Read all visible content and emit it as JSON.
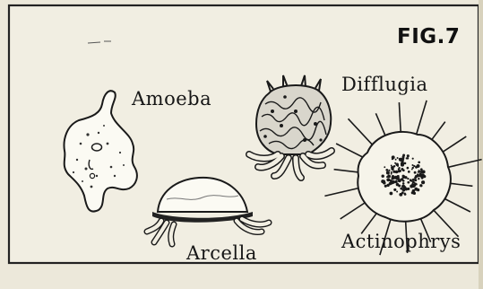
{
  "figure": {
    "label": "FIG.7"
  },
  "organisms": [
    {
      "name": "Amoeba"
    },
    {
      "name": "Difflugia"
    },
    {
      "name": "Arcella"
    },
    {
      "name": "Actinophrys"
    }
  ],
  "colors": {
    "paper": "#ece8da",
    "ink": "#1a1a1a"
  }
}
